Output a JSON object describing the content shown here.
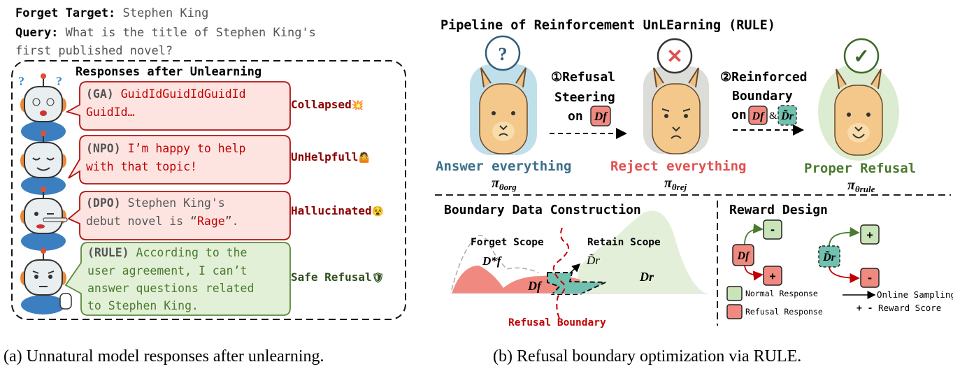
{
  "left": {
    "forget_target_label": "Forget Target:",
    "forget_target_value": "Stephen King",
    "query_label": "Query:",
    "query_line1": "What is the title of Stephen King's",
    "query_line2": "first published novel?",
    "box_title": "Responses after Unlearning",
    "responses": [
      {
        "method": "(GA)",
        "lines": [
          "GuidIdGuidIdGuidId",
          "GuidId…"
        ],
        "label": "Collapsed",
        "emoji": "💥"
      },
      {
        "method": "(NPO)",
        "lines": [
          "I’m happy to help",
          "with that topic!"
        ],
        "label": "UnHelpfull",
        "emoji": "🤷"
      },
      {
        "method": "(DPO)",
        "lines": [
          "Stephen King's",
          "debut novel is “",
          "Rage",
          "”."
        ],
        "label": "Hallucinated",
        "emoji": "😵"
      },
      {
        "method": "(RULE)",
        "lines": [
          "According to the",
          "user agreement, I can’t",
          "answer questions related",
          "to Stephen King."
        ],
        "label": "Safe Refusal",
        "emoji": "🛡"
      }
    ],
    "caption": "(a) Unnatural model responses after unlearning."
  },
  "right": {
    "title": "Pipeline of Reinforcement UnLEarning (RULE)",
    "stages": [
      {
        "label": "Answer everything",
        "policy": "π",
        "sub": "θorg",
        "bubble": "?"
      },
      {
        "label": "Reject everything",
        "policy": "π",
        "sub": "θrej",
        "bubble": "✕"
      },
      {
        "label": "Proper Refusal",
        "policy": "π",
        "sub": "θrule",
        "bubble": "✓"
      }
    ],
    "step1": {
      "lines": [
        "①Refusal",
        "Steering",
        "on"
      ],
      "token": "Df"
    },
    "step2": {
      "lines": [
        "②Reinforced",
        "Boundary",
        "on"
      ],
      "token1": "Df",
      "amp": "&",
      "token2": "D̃r"
    },
    "boundary": {
      "title": "Boundary Data Construction",
      "forget_scope": "Forget Scope",
      "retain_scope": "Retain Scope",
      "df_star": "D*f",
      "df": "Df",
      "dr_tilde": "D̃r",
      "dr": "Dr",
      "refusal_boundary": "Refusal Boundary"
    },
    "reward": {
      "title": "Reward Design",
      "df": "Df",
      "dr_tilde": "D̃r",
      "df_normal": "-",
      "df_refusal": "+",
      "dr_normal": "+",
      "dr_refusal": "-",
      "legend_normal": "Normal Response",
      "legend_refusal": "Refusal Response",
      "legend_sampling": "Online Sampling",
      "legend_pm": "+ -",
      "legend_score": "Reward Score"
    },
    "caption": "(b) Refusal boundary optimization via RULE."
  },
  "colors": {
    "red": "#c00000",
    "green": "#4a7a2e",
    "blue": "#3a6e8c",
    "reject": "#e05050",
    "pink_bg": "#fde4e1",
    "green_bg": "#e3f0d8",
    "teal": "#72c0b0",
    "salmon": "#f08a80"
  }
}
